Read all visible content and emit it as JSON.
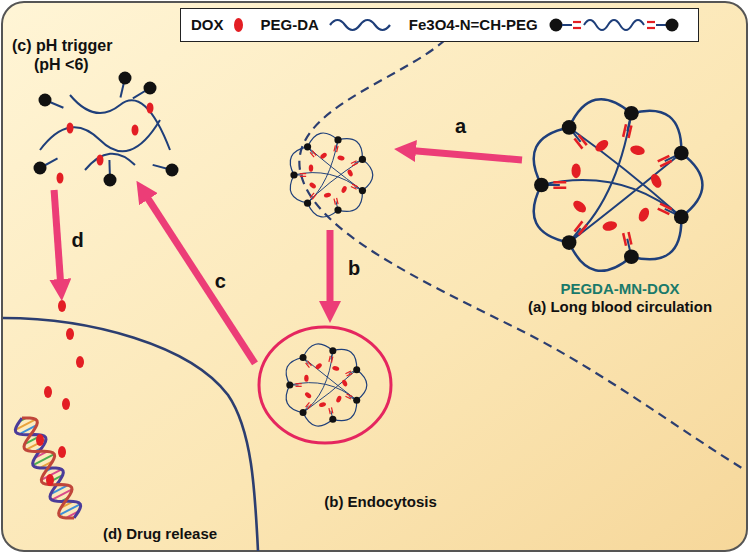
{
  "diagram": {
    "nodes": [
      {
        "text": [
          "PEGDA-MN-DOX",
          "(a) Long blood circulation"
        ]
      },
      {
        "text": [
          "(b) Endocytosis"
        ]
      },
      {
        "text": [
          "(c) pH trigger",
          "(pH <6)"
        ]
      },
      {
        "text": [
          "(d) Drug release"
        ]
      }
    ],
    "edges": [
      {
        "from": 1,
        "to": 2,
        "label": "c",
        "arrow": "to"
      },
      {
        "from": 2,
        "to": 3,
        "label": "d",
        "arrow": "to"
      }
    ],
    "labels": [
      "a",
      "b"
    ],
    "legend": [
      {
        "text": "DOX",
        "color": "#e31e24"
      },
      {
        "text": "PEG-DA"
      },
      {
        "text": "Fe3O4-N=CH-PEG"
      }
    ]
  }
}
